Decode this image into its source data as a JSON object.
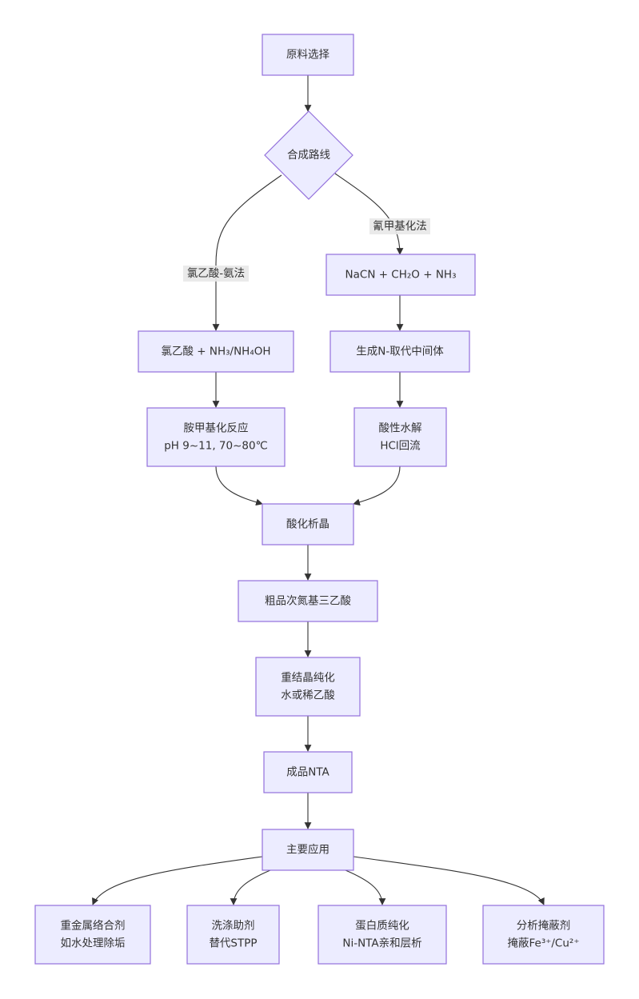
{
  "nodes": {
    "n_raw": {
      "lines": [
        "原料选择"
      ]
    },
    "n_route": {
      "lines": [
        "合成路线"
      ]
    },
    "n_cyan": {
      "lines": [
        "NaCN + CH₂O + NH₃"
      ]
    },
    "n_chloro": {
      "lines": [
        "氯乙酸 + NH₃/NH₄OH"
      ]
    },
    "n_inter": {
      "lines": [
        "生成N-取代中间体"
      ]
    },
    "n_amine": {
      "lines": [
        "胺甲基化反应",
        "pH 9~11, 70~80℃"
      ]
    },
    "n_hydro": {
      "lines": [
        "酸性水解",
        "HCl回流"
      ]
    },
    "n_acidify": {
      "lines": [
        "酸化析晶"
      ]
    },
    "n_crude": {
      "lines": [
        "粗品次氮基三乙酸"
      ]
    },
    "n_recryst": {
      "lines": [
        "重结晶纯化",
        "水或稀乙酸"
      ]
    },
    "n_product": {
      "lines": [
        "成品NTA"
      ]
    },
    "n_apps": {
      "lines": [
        "主要应用"
      ]
    },
    "n_app1": {
      "lines": [
        "重金属络合剂",
        "如水处理除垢"
      ]
    },
    "n_app2": {
      "lines": [
        "洗涤助剂",
        "替代STPP"
      ]
    },
    "n_app3": {
      "lines": [
        "蛋白质纯化",
        "Ni-NTA亲和层析"
      ]
    },
    "n_app4": {
      "lines": [
        "分析掩蔽剂",
        "掩蔽Fe³⁺/Cu²⁺"
      ]
    }
  },
  "edge_labels": {
    "e_chloro": "氯乙酸-氨法",
    "e_cyan": "氰甲基化法"
  }
}
